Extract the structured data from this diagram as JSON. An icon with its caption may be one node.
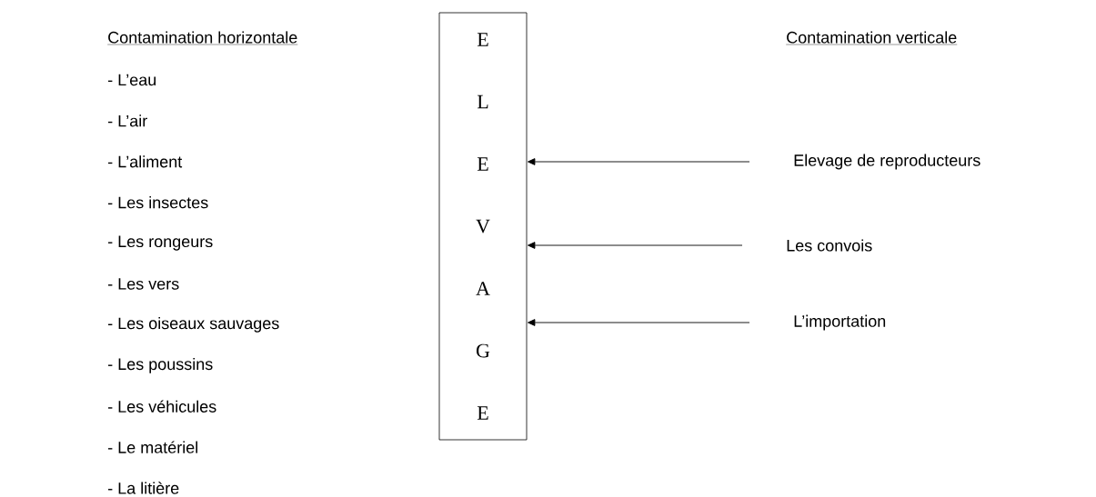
{
  "diagram": {
    "nodes": [
      {
        "text": [
          "E L E V A G E"
        ]
      },
      {
        "text": [
          "Elevage de reproducteurs"
        ]
      },
      {
        "text": [
          "Les convois"
        ]
      },
      {
        "text": [
          "L’importation"
        ]
      }
    ],
    "edges": [
      {
        "from": 1,
        "to": 0,
        "arrow": "to"
      },
      {
        "from": 2,
        "to": 0,
        "arrow": "to"
      },
      {
        "from": 3,
        "to": 0,
        "arrow": "to"
      }
    ],
    "labels": [
      "Contamination horizontale",
      "Contamination verticale",
      "- L’eau",
      "- L’air",
      "- L’aliment",
      "- Les insectes",
      "- Les rongeurs",
      "- Les vers",
      "- Les oiseaux sauvages",
      "- Les poussins",
      "- Les véhicules",
      "- Le matériel",
      "- La litière"
    ]
  }
}
